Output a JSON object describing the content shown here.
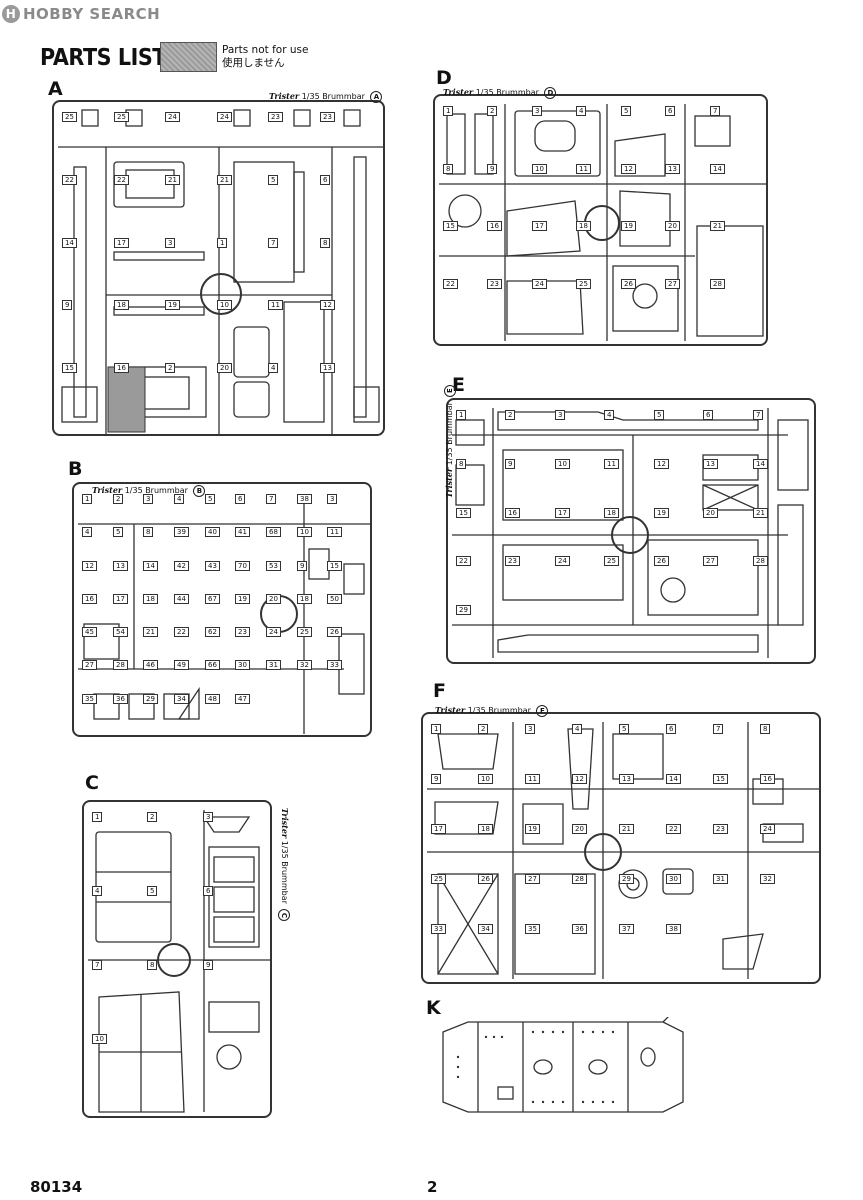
{
  "watermark": "HOBBY SEARCH",
  "header": {
    "title": "PARTS LIST",
    "legend_line1": "Parts not for use",
    "legend_line2": "使用しません"
  },
  "sprues": {
    "A": {
      "letter": "A",
      "brand": "Trister",
      "scale": "1/35 Brummbar",
      "code": "A",
      "numbers": [
        "25",
        "25",
        "24",
        "24",
        "23",
        "23",
        "22",
        "22",
        "21",
        "21",
        "5",
        "6",
        "14",
        "17",
        "3",
        "1",
        "7",
        "8",
        "9",
        "18",
        "19",
        "10",
        "11",
        "12",
        "15",
        "16",
        "2",
        "20",
        "4",
        "13"
      ]
    },
    "B": {
      "letter": "B",
      "brand": "Trister",
      "scale": "1/35 Brummbar",
      "code": "B",
      "numbers": [
        "1",
        "2",
        "3",
        "4",
        "5",
        "6",
        "7",
        "38",
        "3",
        "4",
        "5",
        "8",
        "39",
        "40",
        "41",
        "68",
        "10",
        "11",
        "12",
        "13",
        "14",
        "42",
        "43",
        "70",
        "53",
        "9",
        "15",
        "16",
        "17",
        "18",
        "44",
        "67",
        "19",
        "20",
        "18",
        "50",
        "45",
        "54",
        "21",
        "22",
        "62",
        "23",
        "24",
        "25",
        "26",
        "27",
        "28",
        "46",
        "49",
        "66",
        "30",
        "31",
        "32",
        "33",
        "35",
        "36",
        "29",
        "34",
        "48",
        "47"
      ]
    },
    "C": {
      "letter": "C",
      "brand": "Trister",
      "scale": "1/35 Brummbar",
      "code": "C",
      "numbers": [
        "1",
        "2",
        "3",
        "4",
        "5",
        "6",
        "7",
        "8",
        "9",
        "10"
      ]
    },
    "D": {
      "letter": "D",
      "brand": "Trister",
      "scale": "1/35 Brummbar",
      "code": "D",
      "numbers": [
        "1",
        "2",
        "3",
        "4",
        "5",
        "6",
        "7",
        "8",
        "9",
        "10",
        "11",
        "12",
        "13",
        "14",
        "15",
        "16",
        "17",
        "18",
        "19",
        "20",
        "21",
        "22",
        "23",
        "24",
        "25",
        "26",
        "27",
        "28"
      ]
    },
    "E": {
      "letter": "E",
      "brand": "Trister",
      "scale": "1/35 Brummbar",
      "code": "E",
      "numbers": [
        "1",
        "2",
        "3",
        "4",
        "5",
        "6",
        "7",
        "8",
        "9",
        "10",
        "11",
        "12",
        "13",
        "14",
        "15",
        "16",
        "17",
        "18",
        "19",
        "20",
        "21",
        "22",
        "23",
        "24",
        "25",
        "26",
        "27",
        "28",
        "29"
      ]
    },
    "F": {
      "letter": "F",
      "brand": "Trister",
      "scale": "1/35 Brummbar",
      "code": "F",
      "numbers": [
        "1",
        "2",
        "3",
        "4",
        "5",
        "6",
        "7",
        "8",
        "9",
        "10",
        "11",
        "12",
        "13",
        "14",
        "15",
        "16",
        "17",
        "18",
        "19",
        "20",
        "21",
        "22",
        "23",
        "24",
        "25",
        "26",
        "27",
        "28",
        "29",
        "30",
        "31",
        "32",
        "33",
        "34",
        "35",
        "36",
        "37",
        "38"
      ]
    },
    "K": {
      "letter": "K"
    }
  },
  "footer": {
    "code": "80134",
    "page": "2"
  }
}
